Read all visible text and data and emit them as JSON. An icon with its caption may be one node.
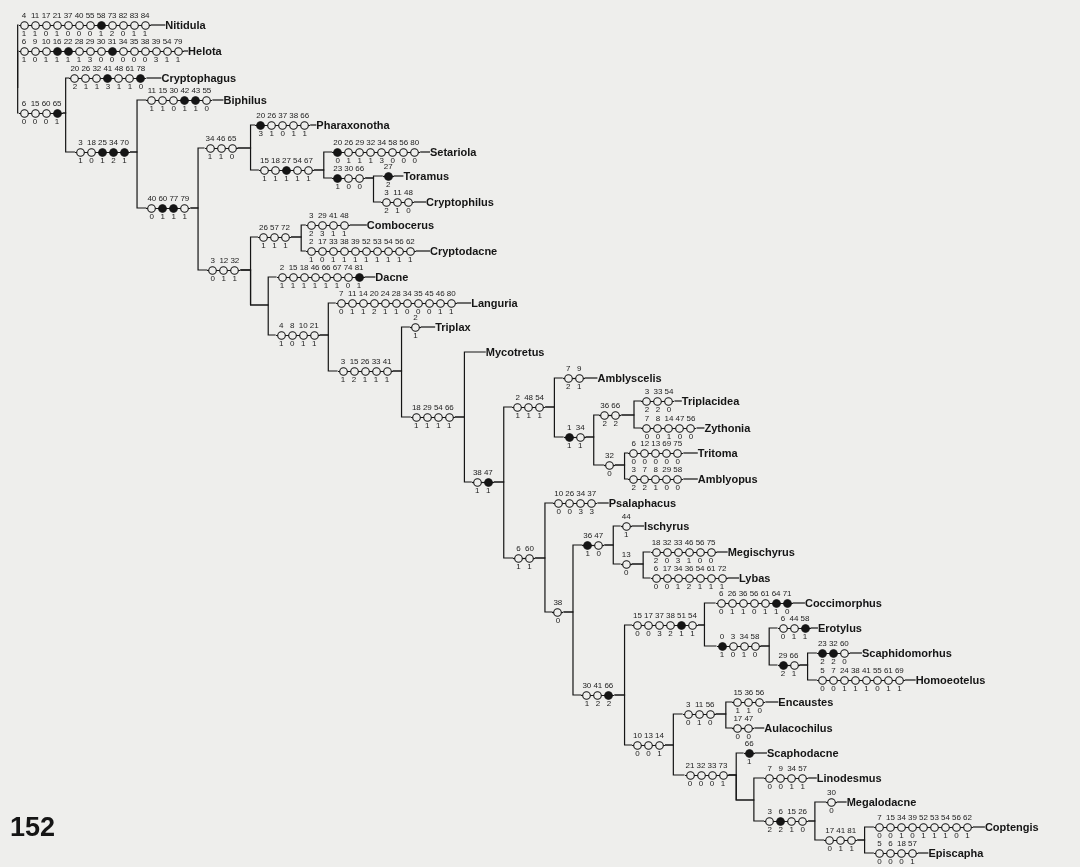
{
  "diagram": {
    "nodes": [
      {
        "text": [
          "4 11 17 21 37 40 55 58 73 82 83 84",
          "1 1 0 1 0 0 0 1 2 0 1 1"
        ]
      },
      {
        "text": [
          "Nitidula"
        ]
      },
      {
        "text": [
          "6 9 10 16 22 28 29 30 31 34 35 38 39 54 79",
          "1 0 1 1 1 1 3 0 0 0 0 0 3 1 1"
        ]
      },
      {
        "text": [
          "Helota"
        ]
      },
      {
        "text": [
          "6 15 60 65",
          "0 0 0 1"
        ]
      },
      {
        "text": [
          "20 26 32 41 48 61 78",
          "2 1 1 3 1 1 0"
        ]
      },
      {
        "text": [
          "Cryptophagus"
        ]
      },
      {
        "text": [
          "3 18 25 34 70",
          "1 0 1 2 1"
        ]
      },
      {
        "text": [
          "11 15 30 42 43 55",
          "1 1 0 1 1 0"
        ]
      },
      {
        "text": [
          "Biphilus"
        ]
      },
      {
        "text": [
          "40 60 77 79",
          "0 1 1 1"
        ]
      },
      {
        "text": [
          "34 46 65",
          "1 1 0"
        ]
      },
      {
        "text": [
          "20 26 37 38 66",
          "3 1 0 1 1"
        ]
      },
      {
        "text": [
          "Pharaxonotha"
        ]
      },
      {
        "text": [
          "15 18 27 54 67",
          "1 1 1 1 1"
        ]
      },
      {
        "text": [
          "20 26 29 32 34 58 56 80",
          "0 1 1 1 3 0 0 0"
        ]
      },
      {
        "text": [
          "Setariola"
        ]
      },
      {
        "text": [
          "23 30 66",
          "1 0 0"
        ]
      },
      {
        "text": [
          "27",
          "2"
        ]
      },
      {
        "text": [
          "Toramus"
        ]
      },
      {
        "text": [
          "3 11 48",
          "2 1 0"
        ]
      },
      {
        "text": [
          "Cryptophilus"
        ]
      },
      {
        "text": [
          "3 12 32",
          "0 1 1"
        ]
      },
      {
        "text": [
          "26 57 72",
          "1 1 1"
        ]
      },
      {
        "text": [
          "3 29 41 48",
          "2 3 1 1"
        ]
      },
      {
        "text": [
          "Combocerus"
        ]
      },
      {
        "text": [
          "2 17 33 38 39 52 53 54 56 62",
          "1 0 1 1 1 1 1 1 1 1"
        ]
      },
      {
        "text": [
          "Cryptodacne"
        ]
      },
      {
        "text": [
          "2 15 18 46 66 67 74 81",
          "1 1 1 1 1 1 0 1"
        ]
      },
      {
        "text": [
          "Dacne"
        ]
      },
      {
        "text": [
          "4 8 10 21",
          "1 0 1 1"
        ]
      },
      {
        "text": [
          "7 11 14 20 24 28 34 35 45 46 80",
          "0 1 1 2 1 1 0 0 0 1 1"
        ]
      },
      {
        "text": [
          "Languria"
        ]
      },
      {
        "text": [
          "3 15 26 33 41",
          "1 2 1 1 1"
        ]
      },
      {
        "text": [
          "2",
          "1"
        ]
      },
      {
        "text": [
          "Triplax"
        ]
      },
      {
        "text": [
          "18 29 54 66",
          "1 1 1 1"
        ]
      },
      {
        "text": [
          "Mycotretus"
        ]
      },
      {
        "text": [
          "38 47",
          "1 1"
        ]
      },
      {
        "text": [
          "2 48 54",
          "1 1 1"
        ]
      },
      {
        "text": [
          "7 9",
          "2 1"
        ]
      },
      {
        "text": [
          "Amblyscelis"
        ]
      },
      {
        "text": [
          "1 34",
          "1 1"
        ]
      },
      {
        "text": [
          "36 66",
          "2 2"
        ]
      },
      {
        "text": [
          "3 33 54",
          "2 2 0"
        ]
      },
      {
        "text": [
          "Triplacidea"
        ]
      },
      {
        "text": [
          "7 8 14 47 56",
          "0 0 1 0 0"
        ]
      },
      {
        "text": [
          "Zythonia"
        ]
      },
      {
        "text": [
          "32",
          "0"
        ]
      },
      {
        "text": [
          "6 12 13 69 75",
          "0 0 0 0 0"
        ]
      },
      {
        "text": [
          "Tritoma"
        ]
      },
      {
        "text": [
          "3 7 8 29 58",
          "2 2 1 0 0"
        ]
      },
      {
        "text": [
          "Amblyopus"
        ]
      },
      {
        "text": [
          "6 60",
          "1 1"
        ]
      },
      {
        "text": [
          "10 26 34 37",
          "0 0 3 3"
        ]
      },
      {
        "text": [
          "Psalaphacus"
        ]
      },
      {
        "text": [
          "38",
          "0"
        ]
      },
      {
        "text": [
          "36 47",
          "1 0"
        ]
      },
      {
        "text": [
          "44",
          "1"
        ]
      },
      {
        "text": [
          "Ischyrus"
        ]
      },
      {
        "text": [
          "13",
          "0"
        ]
      },
      {
        "text": [
          "18 32 33 46 56 75",
          "2 0 3 1 0 0"
        ]
      },
      {
        "text": [
          "Megischyrus"
        ]
      },
      {
        "text": [
          "6 17 34 36 54 61 72",
          "0 0 1 2 1 1 1"
        ]
      },
      {
        "text": [
          "Lybas"
        ]
      },
      {
        "text": [
          "30 41 66",
          "1 2 2"
        ]
      },
      {
        "text": [
          "15 17 37 38 51 54",
          "0 0 3 2 1 1"
        ]
      },
      {
        "text": [
          "6 26 36 56 61 64 71",
          "0 1 1 0 1 1 0"
        ]
      },
      {
        "text": [
          "Coccimorphus"
        ]
      },
      {
        "text": [
          "0 3 34 58",
          "1 0 1 0"
        ]
      },
      {
        "text": [
          "6 44 58",
          "0 1 1"
        ]
      },
      {
        "text": [
          "Erotylus"
        ]
      },
      {
        "text": [
          "29 66",
          "2 1"
        ]
      },
      {
        "text": [
          "23 32 60",
          "2 2 0"
        ]
      },
      {
        "text": [
          "Scaphidomorhus"
        ]
      },
      {
        "text": [
          "5 7 24 38 41 55 61 69",
          "0 0 1 1 1 0 1 1"
        ]
      },
      {
        "text": [
          "Homoeotelus"
        ]
      },
      {
        "text": [
          "10 13 14",
          "0 0 1"
        ]
      },
      {
        "text": [
          "3 11 56",
          "0 1 0"
        ]
      },
      {
        "text": [
          "15 36 56",
          "1 1 0"
        ]
      },
      {
        "text": [
          "Encaustes"
        ]
      },
      {
        "text": [
          "17 47",
          "0 0"
        ]
      },
      {
        "text": [
          "Aulacochilus"
        ]
      },
      {
        "text": [
          "21 32 33 73",
          "0 0 0 1"
        ]
      },
      {
        "text": [
          "66",
          "1"
        ]
      },
      {
        "text": [
          "Scaphodacne"
        ]
      },
      {
        "text": [
          "7 9 34 57",
          "0 0 1 1"
        ]
      },
      {
        "text": [
          "Linodesmus"
        ]
      },
      {
        "text": [
          "3 6 15 26",
          "2 2 1 0"
        ]
      },
      {
        "text": [
          "30",
          "0"
        ]
      },
      {
        "text": [
          "Megalodacne"
        ]
      },
      {
        "text": [
          "17 41 81",
          "0 1 1"
        ]
      },
      {
        "text": [
          "7 15 34 39 52 53 54 56 62",
          "0 0 1 0 1 1 1 0 1"
        ]
      },
      {
        "text": [
          "Coptengis"
        ]
      },
      {
        "text": [
          "5 6 18 57",
          "0 0 0 1"
        ]
      },
      {
        "text": [
          "Episcapha"
        ]
      }
    ],
    "edges": [
      {
        "from": null,
        "to": 0,
        "arrow": "none"
      },
      {
        "from": null,
        "to": 2,
        "arrow": "none"
      },
      {
        "from": null,
        "to": 4,
        "arrow": "none"
      },
      {
        "from": 0,
        "to": 1,
        "arrow": "none"
      },
      {
        "from": 2,
        "to": 3,
        "arrow": "none"
      },
      {
        "from": 4,
        "to": 5,
        "arrow": "none"
      },
      {
        "from": 4,
        "to": 7,
        "arrow": "none"
      },
      {
        "from": 5,
        "to": 6,
        "arrow": "none"
      },
      {
        "from": 7,
        "to": 8,
        "arrow": "none"
      },
      {
        "from": 7,
        "to": 10,
        "arrow": "none"
      },
      {
        "from": 8,
        "to": 9,
        "arrow": "none"
      },
      {
        "from": 10,
        "to": 11,
        "arrow": "none"
      },
      {
        "from": 10,
        "to": 22,
        "arrow": "none"
      },
      {
        "from": 11,
        "to": 12,
        "arrow": "none"
      },
      {
        "from": 11,
        "to": 14,
        "arrow": "none"
      },
      {
        "from": 12,
        "to": 13,
        "arrow": "none"
      },
      {
        "from": 14,
        "to": 15,
        "arrow": "none"
      },
      {
        "from": 14,
        "to": 17,
        "arrow": "none"
      },
      {
        "from": 15,
        "to": 16,
        "arrow": "none"
      },
      {
        "from": 17,
        "to": 18,
        "arrow": "none"
      },
      {
        "from": 17,
        "to": 20,
        "arrow": "none"
      },
      {
        "from": 18,
        "to": 19,
        "arrow": "none"
      },
      {
        "from": 20,
        "to": 21,
        "arrow": "none"
      },
      {
        "from": 22,
        "to": 23,
        "arrow": "none"
      },
      {
        "from": 22,
        "to": 28,
        "arrow": "none"
      },
      {
        "from": 22,
        "to": 30,
        "arrow": "none"
      },
      {
        "from": 23,
        "to": 24,
        "arrow": "none"
      },
      {
        "from": 23,
        "to": 26,
        "arrow": "none"
      },
      {
        "from": 24,
        "to": 25,
        "arrow": "none"
      },
      {
        "from": 26,
        "to": 27,
        "arrow": "none"
      },
      {
        "from": 28,
        "to": 29,
        "arrow": "none"
      },
      {
        "from": 30,
        "to": 31,
        "arrow": "none"
      },
      {
        "from": 30,
        "to": 33,
        "arrow": "none"
      },
      {
        "from": 31,
        "to": 32,
        "arrow": "none"
      },
      {
        "from": 33,
        "to": 34,
        "arrow": "none"
      },
      {
        "from": 33,
        "to": 36,
        "arrow": "none"
      },
      {
        "from": 34,
        "to": 35,
        "arrow": "none"
      },
      {
        "from": 36,
        "to": 37,
        "arrow": "none"
      },
      {
        "from": 36,
        "to": 38,
        "arrow": "none"
      },
      {
        "from": 38,
        "to": 39,
        "arrow": "none"
      },
      {
        "from": 38,
        "to": 53,
        "arrow": "none"
      },
      {
        "from": 39,
        "to": 40,
        "arrow": "none"
      },
      {
        "from": 39,
        "to": 42,
        "arrow": "none"
      },
      {
        "from": 40,
        "to": 41,
        "arrow": "none"
      },
      {
        "from": 42,
        "to": 43,
        "arrow": "none"
      },
      {
        "from": 42,
        "to": 48,
        "arrow": "none"
      },
      {
        "from": 43,
        "to": 44,
        "arrow": "none"
      },
      {
        "from": 43,
        "to": 46,
        "arrow": "none"
      },
      {
        "from": 44,
        "to": 45,
        "arrow": "none"
      },
      {
        "from": 46,
        "to": 47,
        "arrow": "none"
      },
      {
        "from": 48,
        "to": 49,
        "arrow": "none"
      },
      {
        "from": 48,
        "to": 51,
        "arrow": "none"
      },
      {
        "from": 49,
        "to": 50,
        "arrow": "none"
      },
      {
        "from": 51,
        "to": 52,
        "arrow": "none"
      },
      {
        "from": 53,
        "to": 54,
        "arrow": "none"
      },
      {
        "from": 53,
        "to": 56,
        "arrow": "none"
      },
      {
        "from": 54,
        "to": 55,
        "arrow": "none"
      },
      {
        "from": 56,
        "to": 57,
        "arrow": "none"
      },
      {
        "from": 56,
        "to": 65,
        "arrow": "none"
      },
      {
        "from": 57,
        "to": 58,
        "arrow": "none"
      },
      {
        "from": 57,
        "to": 60,
        "arrow": "none"
      },
      {
        "from": 58,
        "to": 59,
        "arrow": "none"
      },
      {
        "from": 60,
        "to": 61,
        "arrow": "none"
      },
      {
        "from": 60,
        "to": 63,
        "arrow": "none"
      },
      {
        "from": 61,
        "to": 62,
        "arrow": "none"
      },
      {
        "from": 63,
        "to": 64,
        "arrow": "none"
      },
      {
        "from": 65,
        "to": 66,
        "arrow": "none"
      },
      {
        "from": 65,
        "to": 77,
        "arrow": "none"
      },
      {
        "from": 66,
        "to": 67,
        "arrow": "none"
      },
      {
        "from": 66,
        "to": 69,
        "arrow": "none"
      },
      {
        "from": 67,
        "to": 68,
        "arrow": "none"
      },
      {
        "from": 69,
        "to": 70,
        "arrow": "none"
      },
      {
        "from": 69,
        "to": 72,
        "arrow": "none"
      },
      {
        "from": 70,
        "to": 71,
        "arrow": "none"
      },
      {
        "from": 72,
        "to": 73,
        "arrow": "none"
      },
      {
        "from": 72,
        "to": 75,
        "arrow": "none"
      },
      {
        "from": 73,
        "to": 74,
        "arrow": "none"
      },
      {
        "from": 75,
        "to": 76,
        "arrow": "none"
      },
      {
        "from": 77,
        "to": 78,
        "arrow": "none"
      },
      {
        "from": 77,
        "to": 83,
        "arrow": "none"
      },
      {
        "from": 78,
        "to": 79,
        "arrow": "none"
      },
      {
        "from": 78,
        "to": 81,
        "arrow": "none"
      },
      {
        "from": 79,
        "to": 80,
        "arrow": "none"
      },
      {
        "from": 81,
        "to": 82,
        "arrow": "none"
      },
      {
        "from": 83,
        "to": 84,
        "arrow": "none"
      },
      {
        "from": 83,
        "to": 86,
        "arrow": "none"
      },
      {
        "from": 83,
        "to": 88,
        "arrow": "none"
      },
      {
        "from": 84,
        "to": 85,
        "arrow": "none"
      },
      {
        "from": 86,
        "to": 87,
        "arrow": "none"
      },
      {
        "from": 88,
        "to": 89,
        "arrow": "none"
      },
      {
        "from": 88,
        "to": 91,
        "arrow": "none"
      },
      {
        "from": 89,
        "to": 90,
        "arrow": "none"
      },
      {
        "from": 91,
        "to": 92,
        "arrow": "none"
      },
      {
        "from": 91,
        "to": 94,
        "arrow": "none"
      },
      {
        "from": 92,
        "to": 93,
        "arrow": "none"
      },
      {
        "from": 94,
        "to": 95,
        "arrow": "none"
      }
    ],
    "labels": [
      "152"
    ]
  }
}
